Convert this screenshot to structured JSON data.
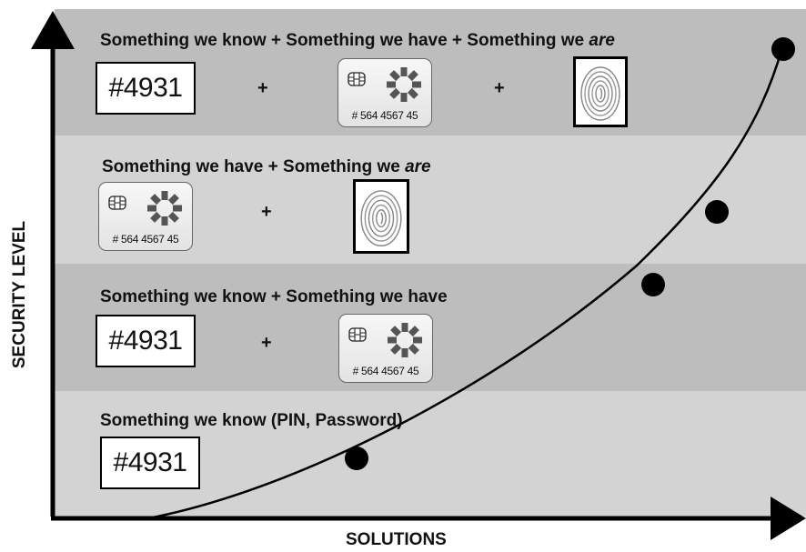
{
  "colors": {
    "band_dark": "#bdbdbd",
    "band_light": "#d3d3d3",
    "axis": "#000000"
  },
  "axes": {
    "y_label": "SECURITY LEVEL",
    "x_label": "SOLUTIONS"
  },
  "pin_code": "#4931",
  "card_number": "# 564 4567 45",
  "plus_sign": "+",
  "bands": [
    {
      "title_part1": "Something we know + ",
      "title_part2": "Something we have + Something we ",
      "title_em": "are"
    },
    {
      "title_part1": "Something we have + Something we ",
      "title_em": "are"
    },
    {
      "title_part1": "Something we know + Something we have"
    },
    {
      "title_part1": "Something we know (PIN, Password)"
    }
  ],
  "icons": [
    "chip-icon",
    "sun-logo-icon",
    "fingerprint-icon"
  ]
}
